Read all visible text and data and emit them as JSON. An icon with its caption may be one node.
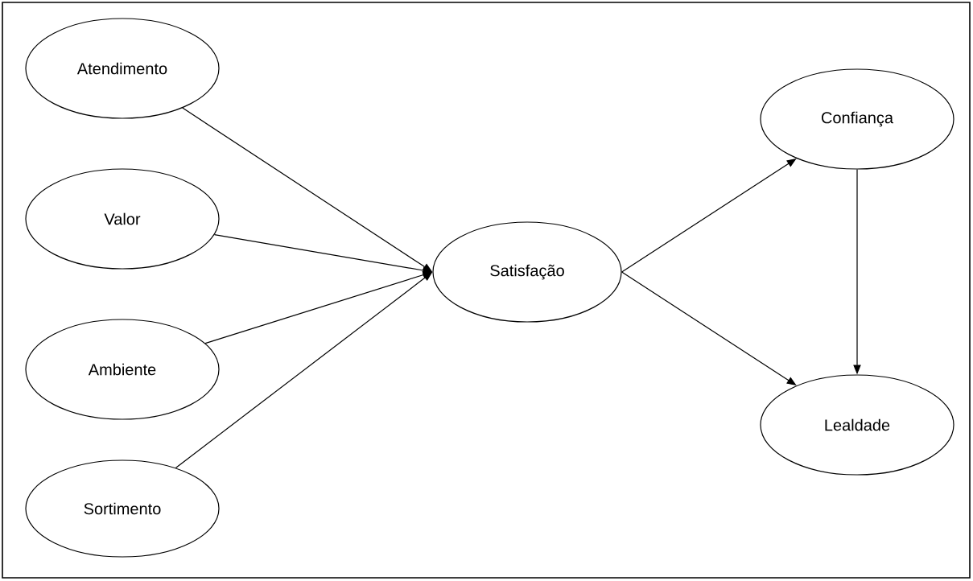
{
  "diagram": {
    "nodes": [
      {
        "text": [
          "Atendimento"
        ]
      },
      {
        "text": [
          "Valor"
        ]
      },
      {
        "text": [
          "Ambiente"
        ]
      },
      {
        "text": [
          "Sortimento"
        ]
      },
      {
        "text": [
          "Satisfação"
        ]
      },
      {
        "text": [
          "Confiança"
        ]
      },
      {
        "text": [
          "Lealdade"
        ]
      }
    ],
    "edges": [
      {
        "from": 0,
        "to": 4,
        "arrow": "to"
      },
      {
        "from": 1,
        "to": 4,
        "arrow": "to"
      },
      {
        "from": 2,
        "to": 4,
        "arrow": "to"
      },
      {
        "from": 3,
        "to": 4,
        "arrow": "to"
      },
      {
        "from": 4,
        "to": 5,
        "arrow": "to"
      },
      {
        "from": 4,
        "to": 6,
        "arrow": "to"
      },
      {
        "from": 5,
        "to": 6,
        "arrow": "to"
      }
    ]
  }
}
